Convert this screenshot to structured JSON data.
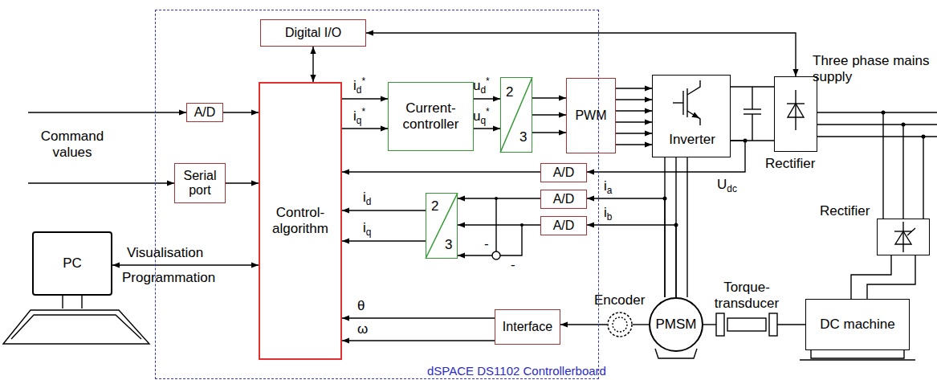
{
  "diagram": {
    "nodes": [
      {
        "text": [
          "dSPACE DS1102 Controllerboard"
        ]
      },
      {
        "text": [
          "Digital I/O"
        ],
        "in": 0
      },
      {
        "text": [
          "A/D"
        ],
        "in": 0
      },
      {
        "text": [
          "Serial port"
        ],
        "in": 0
      },
      {
        "text": [
          "Control-algorithm"
        ],
        "in": 0
      },
      {
        "text": [
          "Current-controller"
        ],
        "in": 0
      },
      {
        "text": [
          "2",
          "3"
        ],
        "in": 0
      },
      {
        "text": [
          "PWM"
        ]
      },
      {
        "text": [
          "A/D"
        ],
        "in": 0
      },
      {
        "text": [
          "A/D"
        ],
        "in": 0
      },
      {
        "text": [
          "A/D"
        ],
        "in": 0
      },
      {
        "text": [
          "2",
          "3"
        ],
        "in": 0
      },
      {
        "text": [
          "Interface"
        ],
        "in": 0
      },
      {
        "text": [
          "Inverter"
        ]
      },
      {
        "text": [
          "Rectifier"
        ]
      },
      {
        "text": [
          "PC"
        ]
      },
      {
        "text": [
          "Encoder"
        ]
      },
      {
        "text": [
          "PMSM"
        ]
      },
      {
        "text": [
          "Torque-transducer"
        ]
      },
      {
        "text": [
          "DC machine"
        ]
      },
      {
        "text": [
          "Rectifier"
        ]
      }
    ],
    "edges": [
      {
        "from": 1,
        "to": 4,
        "arrow": "both"
      },
      {
        "from": 1,
        "to": 14,
        "arrow": "both"
      },
      {
        "from": 2,
        "to": 4,
        "arrow": "to"
      },
      {
        "from": 3,
        "to": 4,
        "arrow": "to"
      },
      {
        "from": 15,
        "to": 4,
        "arrow": "both",
        "label": "Visualisation"
      },
      {
        "from": 4,
        "to": 5,
        "arrow": "to",
        "label": "id*"
      },
      {
        "from": 4,
        "to": 5,
        "arrow": "to",
        "label": "iq*"
      },
      {
        "from": 5,
        "to": 6,
        "arrow": "to",
        "label": "ud*"
      },
      {
        "from": 5,
        "to": 6,
        "arrow": "to",
        "label": "uq*"
      },
      {
        "from": 6,
        "to": 7,
        "arrow": "to"
      },
      {
        "from": 6,
        "to": 7,
        "arrow": "to"
      },
      {
        "from": 6,
        "to": 7,
        "arrow": "to"
      },
      {
        "from": 7,
        "to": 13,
        "arrow": "to"
      },
      {
        "from": 7,
        "to": 13,
        "arrow": "to"
      },
      {
        "from": 7,
        "to": 13,
        "arrow": "to"
      },
      {
        "from": 7,
        "to": 13,
        "arrow": "to"
      },
      {
        "from": 7,
        "to": 13,
        "arrow": "to"
      },
      {
        "from": 7,
        "to": 13,
        "arrow": "to"
      },
      {
        "from": 13,
        "to": 8,
        "arrow": "to"
      },
      {
        "from": 8,
        "to": 4,
        "arrow": "to"
      },
      {
        "from": 17,
        "to": 9,
        "arrow": "to",
        "label": "ia"
      },
      {
        "from": 17,
        "to": 10,
        "arrow": "to",
        "label": "ib"
      },
      {
        "from": 9,
        "to": 11,
        "arrow": "to"
      },
      {
        "from": 10,
        "to": 11,
        "arrow": "to"
      },
      {
        "from": 11,
        "to": 4,
        "arrow": "to",
        "label": "id"
      },
      {
        "from": 11,
        "to": 4,
        "arrow": "to",
        "label": "iq"
      },
      {
        "from": 12,
        "to": 4,
        "arrow": "to",
        "label": "θ"
      },
      {
        "from": 12,
        "to": 4,
        "arrow": "to",
        "label": "ω"
      },
      {
        "from": 16,
        "to": 12,
        "arrow": "to"
      },
      {
        "from": 13,
        "to": 17,
        "arrow": "none"
      },
      {
        "from": 13,
        "to": 17,
        "arrow": "none"
      },
      {
        "from": 13,
        "to": 17,
        "arrow": "none"
      },
      {
        "from": 14,
        "to": 13,
        "arrow": "none"
      },
      {
        "from": 14,
        "to": 13,
        "arrow": "none"
      },
      {
        "from": 16,
        "to": 17,
        "arrow": "none"
      },
      {
        "from": 17,
        "to": 18,
        "arrow": "none"
      },
      {
        "from": 18,
        "to": 19,
        "arrow": "none"
      },
      {
        "from": 20,
        "to": 19,
        "arrow": "none"
      },
      {
        "from": 20,
        "to": 19,
        "arrow": "none"
      }
    ],
    "labels": [
      "Command values",
      "Three phase mains supply",
      "Programmation",
      "Udc",
      "-",
      "-"
    ]
  }
}
